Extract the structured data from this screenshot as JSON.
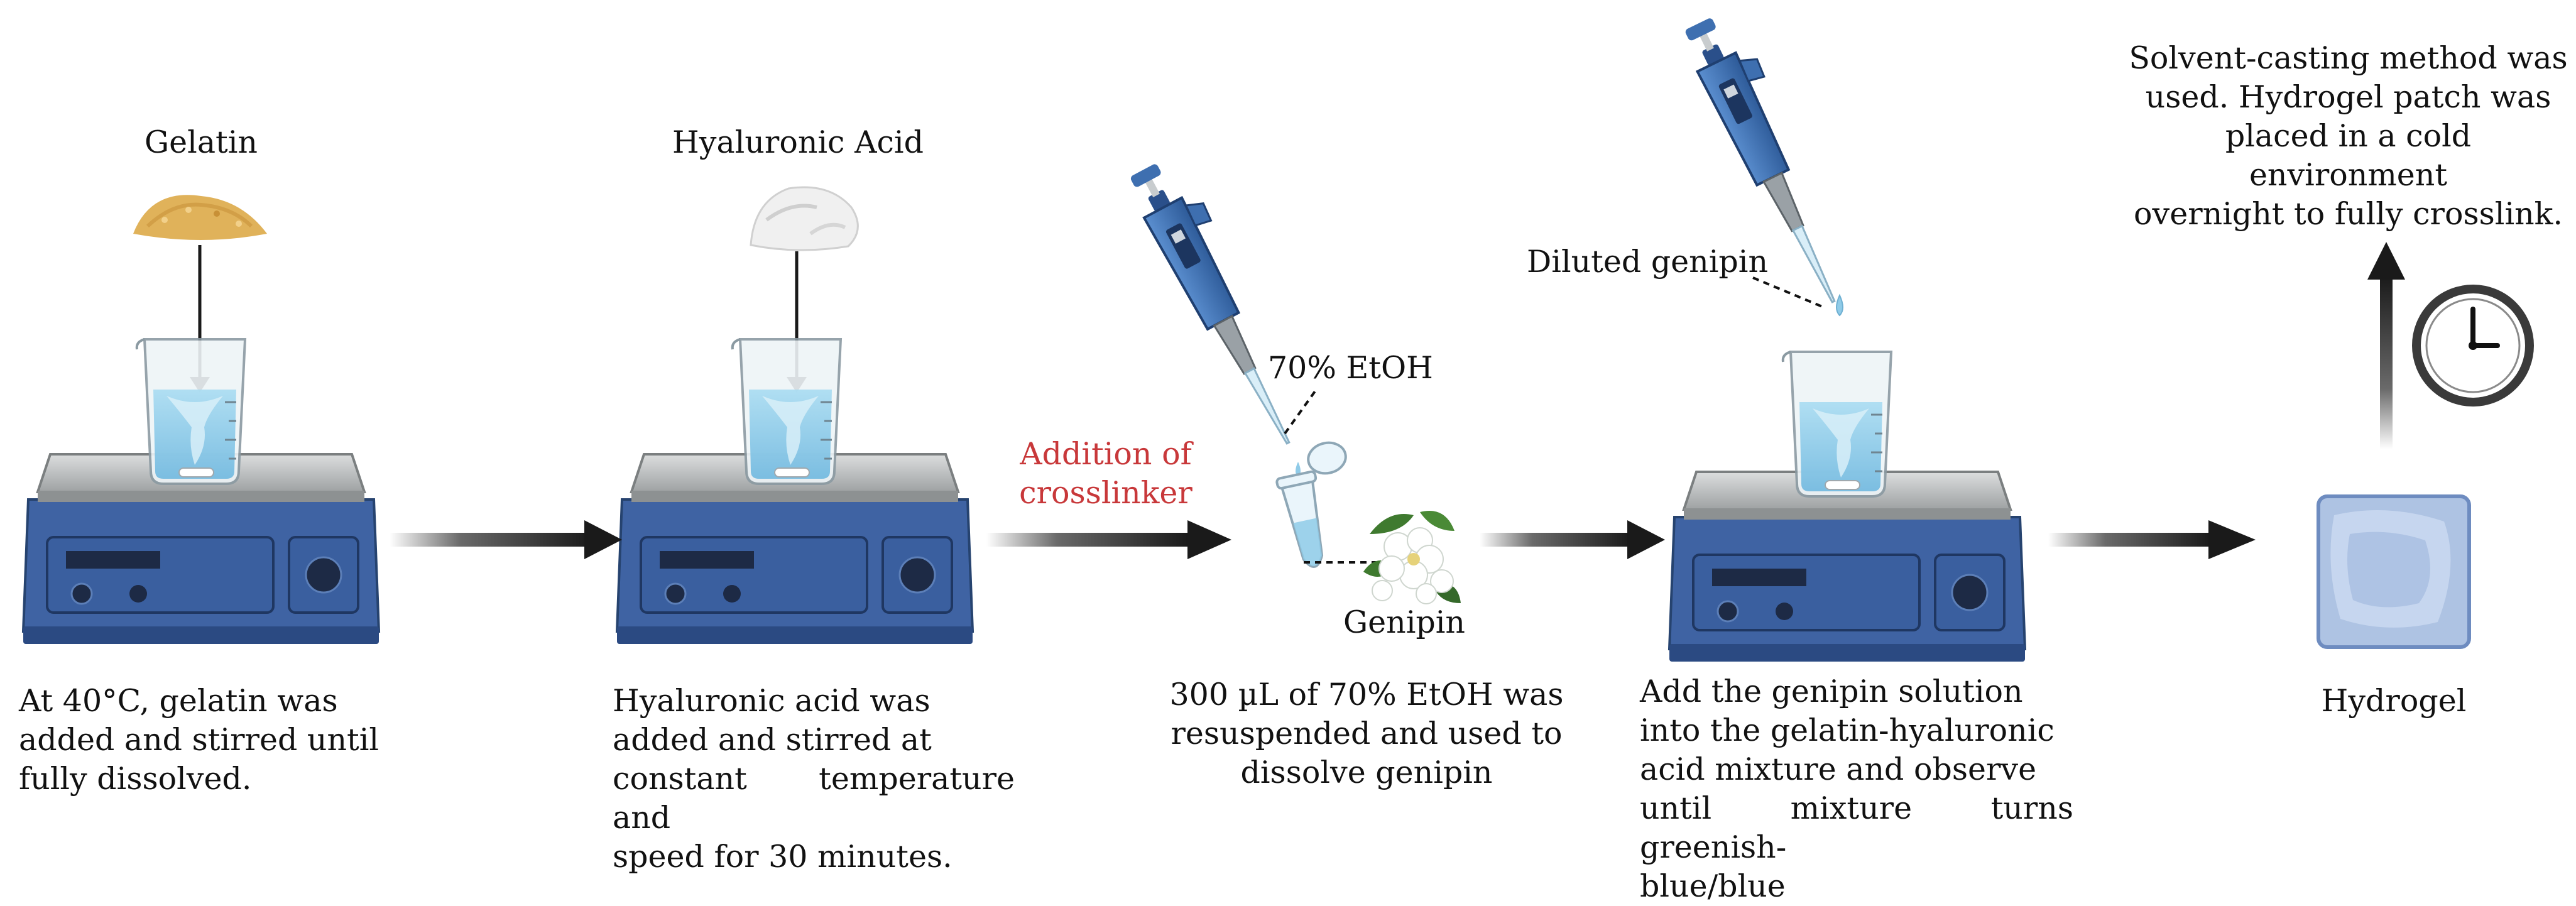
{
  "steps": {
    "gelatin": {
      "label": "Gelatin",
      "desc": [
        "At 40°C, gelatin was",
        "added and stirred until",
        "fully dissolved."
      ]
    },
    "hyaluronic": {
      "label": "Hyaluronic Acid",
      "desc": [
        "Hyaluronic acid was",
        "added and stirred at",
        "constant temperature and",
        "speed for 30 minutes."
      ]
    },
    "crosslinker": {
      "transition_label": [
        "Addition of",
        "crosslinker"
      ],
      "ethanol_label": "70% EtOH",
      "genipin_label": "Genipin",
      "desc": [
        "300 µL of 70% EtOH was",
        "resuspended and used to",
        "dissolve genipin"
      ]
    },
    "mixing": {
      "pipette_label": "Diluted genipin",
      "desc": [
        "Add the genipin solution",
        "into the gelatin-hyaluronic",
        "acid mixture and observe",
        "until mixture turns greenish-",
        "blue/blue"
      ]
    },
    "hydrogel": {
      "label": "Hydrogel",
      "note": [
        "Solvent-casting method was",
        "used. Hydrogel patch was",
        "placed in a cold environment",
        "overnight to fully crosslink."
      ]
    }
  },
  "colors": {
    "stirrer_body": "#3f63a3",
    "stirrer_dark": "#2b4a82",
    "plate": "#c9cccc",
    "liquid": "#8fcbe8",
    "gelatin_powder": "#e0b25a",
    "ha_powder": "#f2f2f2",
    "pipette": "#3e6fb0",
    "accent_red": "#c8383a",
    "arrow": "#1a1a1a",
    "hydrogel": "#9fb6dc"
  },
  "icons": [
    "magnetic-stirrer-icon",
    "beaker-icon",
    "pipette-icon",
    "microtube-icon",
    "flower-icon",
    "clock-icon",
    "hydrogel-patch-icon"
  ]
}
